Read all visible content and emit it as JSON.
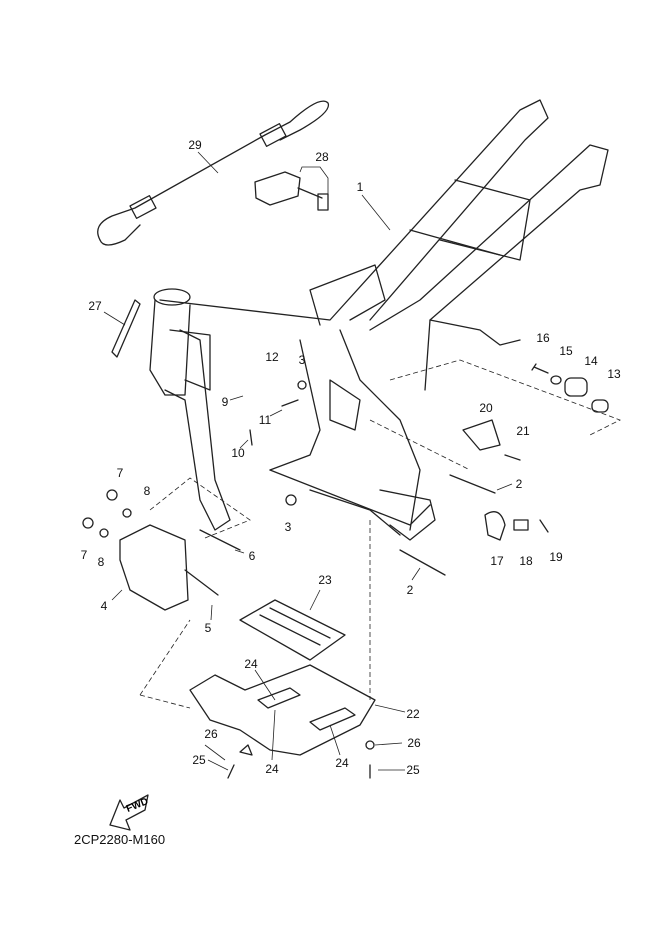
{
  "diagram_code": "2CP2280-M160",
  "fwd_label": "FWD",
  "callouts": [
    "29",
    "28",
    "1",
    "27",
    "16",
    "15",
    "14",
    "13",
    "12",
    "3",
    "9",
    "11",
    "20",
    "21",
    "10",
    "7",
    "8",
    "2",
    "3",
    "7",
    "8",
    "6",
    "17",
    "18",
    "19",
    "4",
    "5",
    "2",
    "23",
    "24",
    "22",
    "26",
    "26",
    "25",
    "24",
    "24",
    "25"
  ]
}
